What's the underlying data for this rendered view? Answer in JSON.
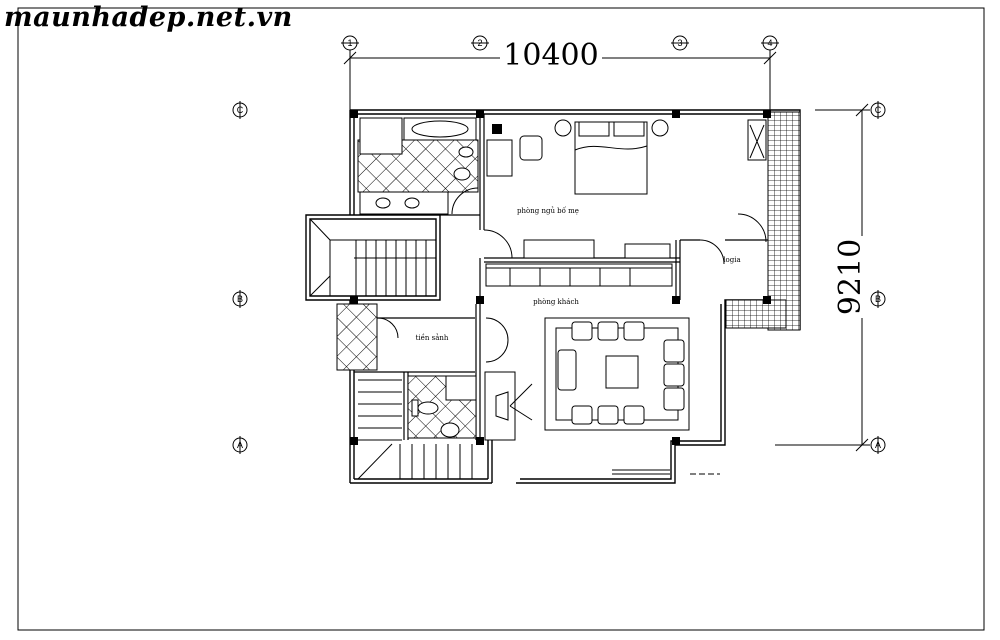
{
  "watermark": "maunhadep.net.vn",
  "dimensions": {
    "width": "10400",
    "depth": "9210"
  },
  "grid_axes": {
    "columns": [
      "1",
      "2",
      "3",
      "4"
    ],
    "rows": [
      "C",
      "B",
      "A"
    ]
  },
  "rooms": {
    "master_bedroom": "phòng ngủ bố mẹ",
    "loggia": "logia",
    "living_room": "phòng khách",
    "foyer": "tiền sảnh"
  },
  "colors": {
    "line": "#000000",
    "background": "#ffffff"
  }
}
